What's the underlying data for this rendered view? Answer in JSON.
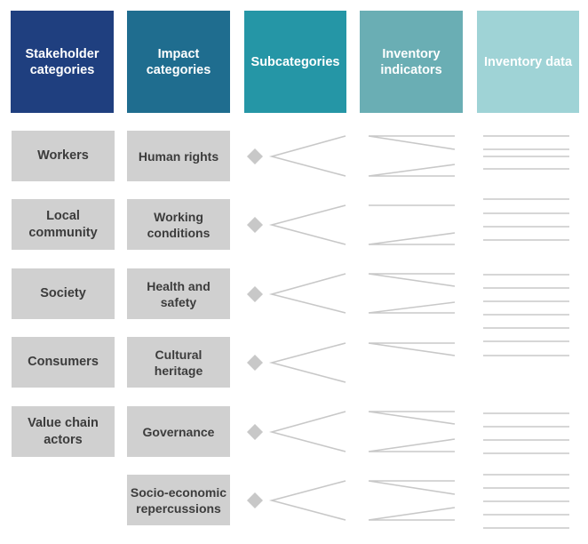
{
  "headers": [
    {
      "label": "Stakeholder\ncategories",
      "color": "#1f3f7f"
    },
    {
      "label": "Impact\ncategories",
      "color": "#1f6d8f"
    },
    {
      "label": "Subcategories",
      "color": "#2596a6"
    },
    {
      "label": "Inventory\nindicators",
      "color": "#6aaeb4"
    },
    {
      "label": "Inventory data",
      "color": "#9fd3d6"
    }
  ],
  "stakeholders": [
    "Workers",
    "Local\ncommunity",
    "Society",
    "Consumers",
    "Value chain\nactors"
  ],
  "impacts": [
    "Human rights",
    "Working\nconditions",
    "Health and\nsafety",
    "Cultural\nheritage",
    "Governance",
    "Socio-economic\nrepercussions"
  ],
  "colors": {
    "box_fill": "#d0d0d0",
    "box_text": "#3c3c3c",
    "line": "#c8c8c8",
    "diamond": "#c8c8c8"
  }
}
